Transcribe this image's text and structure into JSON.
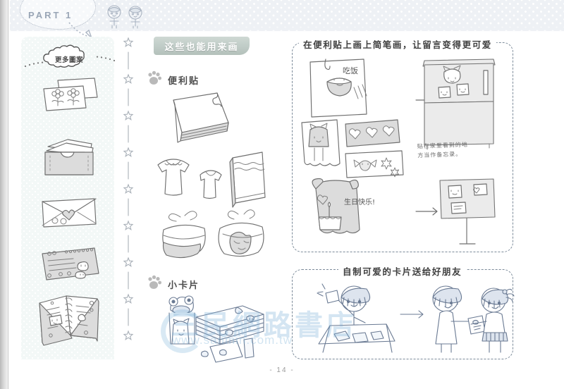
{
  "document": {
    "page_number": "- 14 -",
    "part_label": "PART 1"
  },
  "watermark": {
    "brand": "三民網路書店",
    "url": "www.sanmin.com.tw"
  },
  "left_panel": {
    "cloud_label": "更多圖案",
    "items": [
      {
        "name": "flower-cards",
        "caption": ""
      },
      {
        "name": "card-folder",
        "caption": ""
      },
      {
        "name": "heart-envelope",
        "caption": ""
      },
      {
        "name": "letter-paper",
        "caption": ""
      },
      {
        "name": "open-notebook",
        "caption": ""
      }
    ]
  },
  "middle_column": {
    "banner_label": "这些也能用来画",
    "sections": [
      {
        "icon": "paw-icon",
        "label": "便利贴"
      },
      {
        "icon": "paw-icon",
        "label": "小卡片"
      }
    ]
  },
  "panels": [
    {
      "id": "sticky-note-panel",
      "title": "在便利贴上画上简笔画，让留言变得更可爱",
      "notes": [
        {
          "name": "rice-bowl-note",
          "text": "吃饭"
        },
        {
          "name": "heart-strip-note",
          "text": ""
        },
        {
          "name": "cat-note",
          "text": ""
        },
        {
          "name": "candy-note",
          "text": ""
        },
        {
          "name": "bear-birthday-note",
          "text": "生日快乐!"
        }
      ],
      "targets": [
        {
          "name": "refrigerator",
          "label": ""
        },
        {
          "name": "notice-board",
          "label": ""
        }
      ],
      "handwriting": "贴在家具看到的地\n方当作备忘录。",
      "arrows": 2
    },
    {
      "id": "card-panel",
      "title": "自制可爱的卡片送给好朋友",
      "scenes": [
        {
          "name": "girl-making-cards",
          "label": ""
        },
        {
          "name": "two-friends-exchanging-card",
          "label": ""
        }
      ],
      "arrows": 1
    }
  ],
  "colors": {
    "band_bg": "#eef1f5",
    "left_panel_bg": "#f3f8f7",
    "banner": "#bfcbc6",
    "ink": "#6f6f6f",
    "dash_border": "#7b8a99",
    "watermark": "#78afd7"
  }
}
